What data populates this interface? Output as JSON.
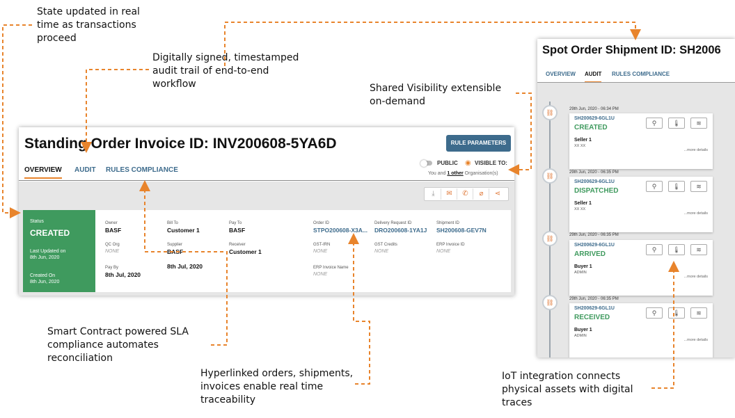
{
  "callouts": {
    "state": [
      "State updated in real",
      "time as transactions",
      "proceed"
    ],
    "audit": [
      "Digitally signed, timestamped",
      "audit trail of end-to-end",
      "workflow"
    ],
    "visibility": [
      "Shared Visibility extensible",
      "on-demand"
    ],
    "smart": [
      "Smart Contract powered SLA",
      "compliance automates",
      "reconciliation"
    ],
    "hyperlinked": [
      "Hyperlinked orders, shipments,",
      "invoices enable real time",
      "traceability"
    ],
    "iot": [
      "IoT integration connects",
      "physical assets with digital",
      "traces"
    ]
  },
  "invoice": {
    "title": "Standing Order Invoice ID: INV200608-5YA6D",
    "rule_button": "RULE PARAMETERS",
    "tabs": [
      "OVERVIEW",
      "AUDIT",
      "RULES COMPLIANCE"
    ],
    "public_label": "PUBLIC",
    "visible_label": "VISIBLE TO:",
    "org_prefix": "You and ",
    "org_link": "1 other",
    "org_suffix": " Organisation(s)",
    "status": {
      "label": "Status",
      "value": "CREATED",
      "updated_label": "Last Updated on",
      "updated_value": "8th Jun, 2020",
      "created_label": "Created On",
      "created_value": "8th Jun, 2020"
    },
    "fields": {
      "owner": {
        "label": "Owner",
        "value": "BASF"
      },
      "qc_org": {
        "label": "QC Org",
        "value": "NONE"
      },
      "pay_by": {
        "label": "Pay By",
        "value": "8th Jul, 2020"
      },
      "bill_to": {
        "label": "Bill To",
        "value": "Customer 1"
      },
      "supplier": {
        "label": "Supplier",
        "value": "BASF"
      },
      "supplier_date": {
        "value": "8th Jul, 2020"
      },
      "pay_to": {
        "label": "Pay To",
        "value": "BASF"
      },
      "receiver": {
        "label": "Receiver",
        "value": "Customer 1"
      },
      "order_id": {
        "label": "Order ID",
        "value": "STPO200608-X3A..."
      },
      "gst_irn": {
        "label": "GST-IRN",
        "value": "NONE"
      },
      "erp_name": {
        "label": "ERP Invoice Name",
        "value": "NONE"
      },
      "delivery_id": {
        "label": "Delivery Request ID",
        "value": "DRO200608-1YA1J"
      },
      "gst_credits": {
        "label": "GST Credits",
        "value": "NONE"
      },
      "shipment_id": {
        "label": "Shipment ID",
        "value": "SH200608-GEV7N"
      },
      "erp_id": {
        "label": "ERP Invoice ID",
        "value": "NONE"
      }
    }
  },
  "shipment": {
    "title": "Spot Order Shipment ID: SH2006",
    "tabs": [
      "OVERVIEW",
      "AUDIT",
      "RULES COMPLIANCE"
    ],
    "events": [
      {
        "time": "29th Jun, 2020 - 06:34 PM",
        "id": "SH200629-6GL1U",
        "status": "CREATED",
        "who": "Seller 1",
        "role": "XX XX",
        "more": "...more details"
      },
      {
        "time": "29th Jun, 2020 - 06:35 PM",
        "id": "SH200629-6GL1U",
        "status": "DISPATCHED",
        "who": "Seller 1",
        "role": "XX XX",
        "more": "...more details"
      },
      {
        "time": "29th Jun, 2020 - 06:35 PM",
        "id": "SH200629-6GL1U",
        "status": "ARRIVED",
        "who": "Buyer 1",
        "role": "ADMIN",
        "more": "...more details"
      },
      {
        "time": "29th Jun, 2020 - 06:35 PM",
        "id": "SH200629-6GL1U",
        "status": "RECEIVED",
        "who": "Buyer 1",
        "role": "ADMIN",
        "more": "...more details"
      }
    ]
  },
  "colors": {
    "accent": "#e8842c",
    "primary": "#3d6b8c",
    "success": "#3f9a5e"
  }
}
